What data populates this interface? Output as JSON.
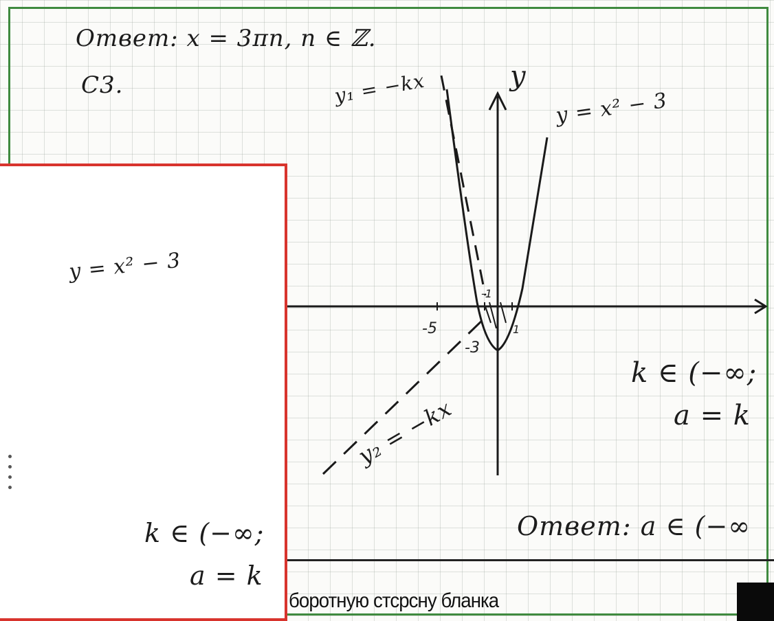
{
  "answer_top": "Ответ: x = 3πn, n ∈ ℤ.",
  "problem_number": "C3.",
  "graph": {
    "y_axis_label": "y",
    "curve_label_right": "y = x² − 3",
    "line_label_top": "y₁ = −kx",
    "line_label_bottom": "y₂ = −kx",
    "tick_neg5": "-5",
    "tick_neg3": "-3",
    "tick_neg1": "-1",
    "tick_1": "1"
  },
  "right_answer": {
    "line1": "k ∈ (−∞;",
    "line2": "a = k"
  },
  "answer_bottom": "Ответ: a ∈ (−∞",
  "overlay_panel": {
    "formula": "y = x² − 3",
    "answer_line1": "k ∈ (−∞;",
    "answer_line2": "a = k"
  },
  "footer_text": "боротную стсрсну бланка",
  "colors": {
    "green_border": "#3f8a3f",
    "red_border": "#d8342d",
    "ink": "#1c1c1c"
  }
}
